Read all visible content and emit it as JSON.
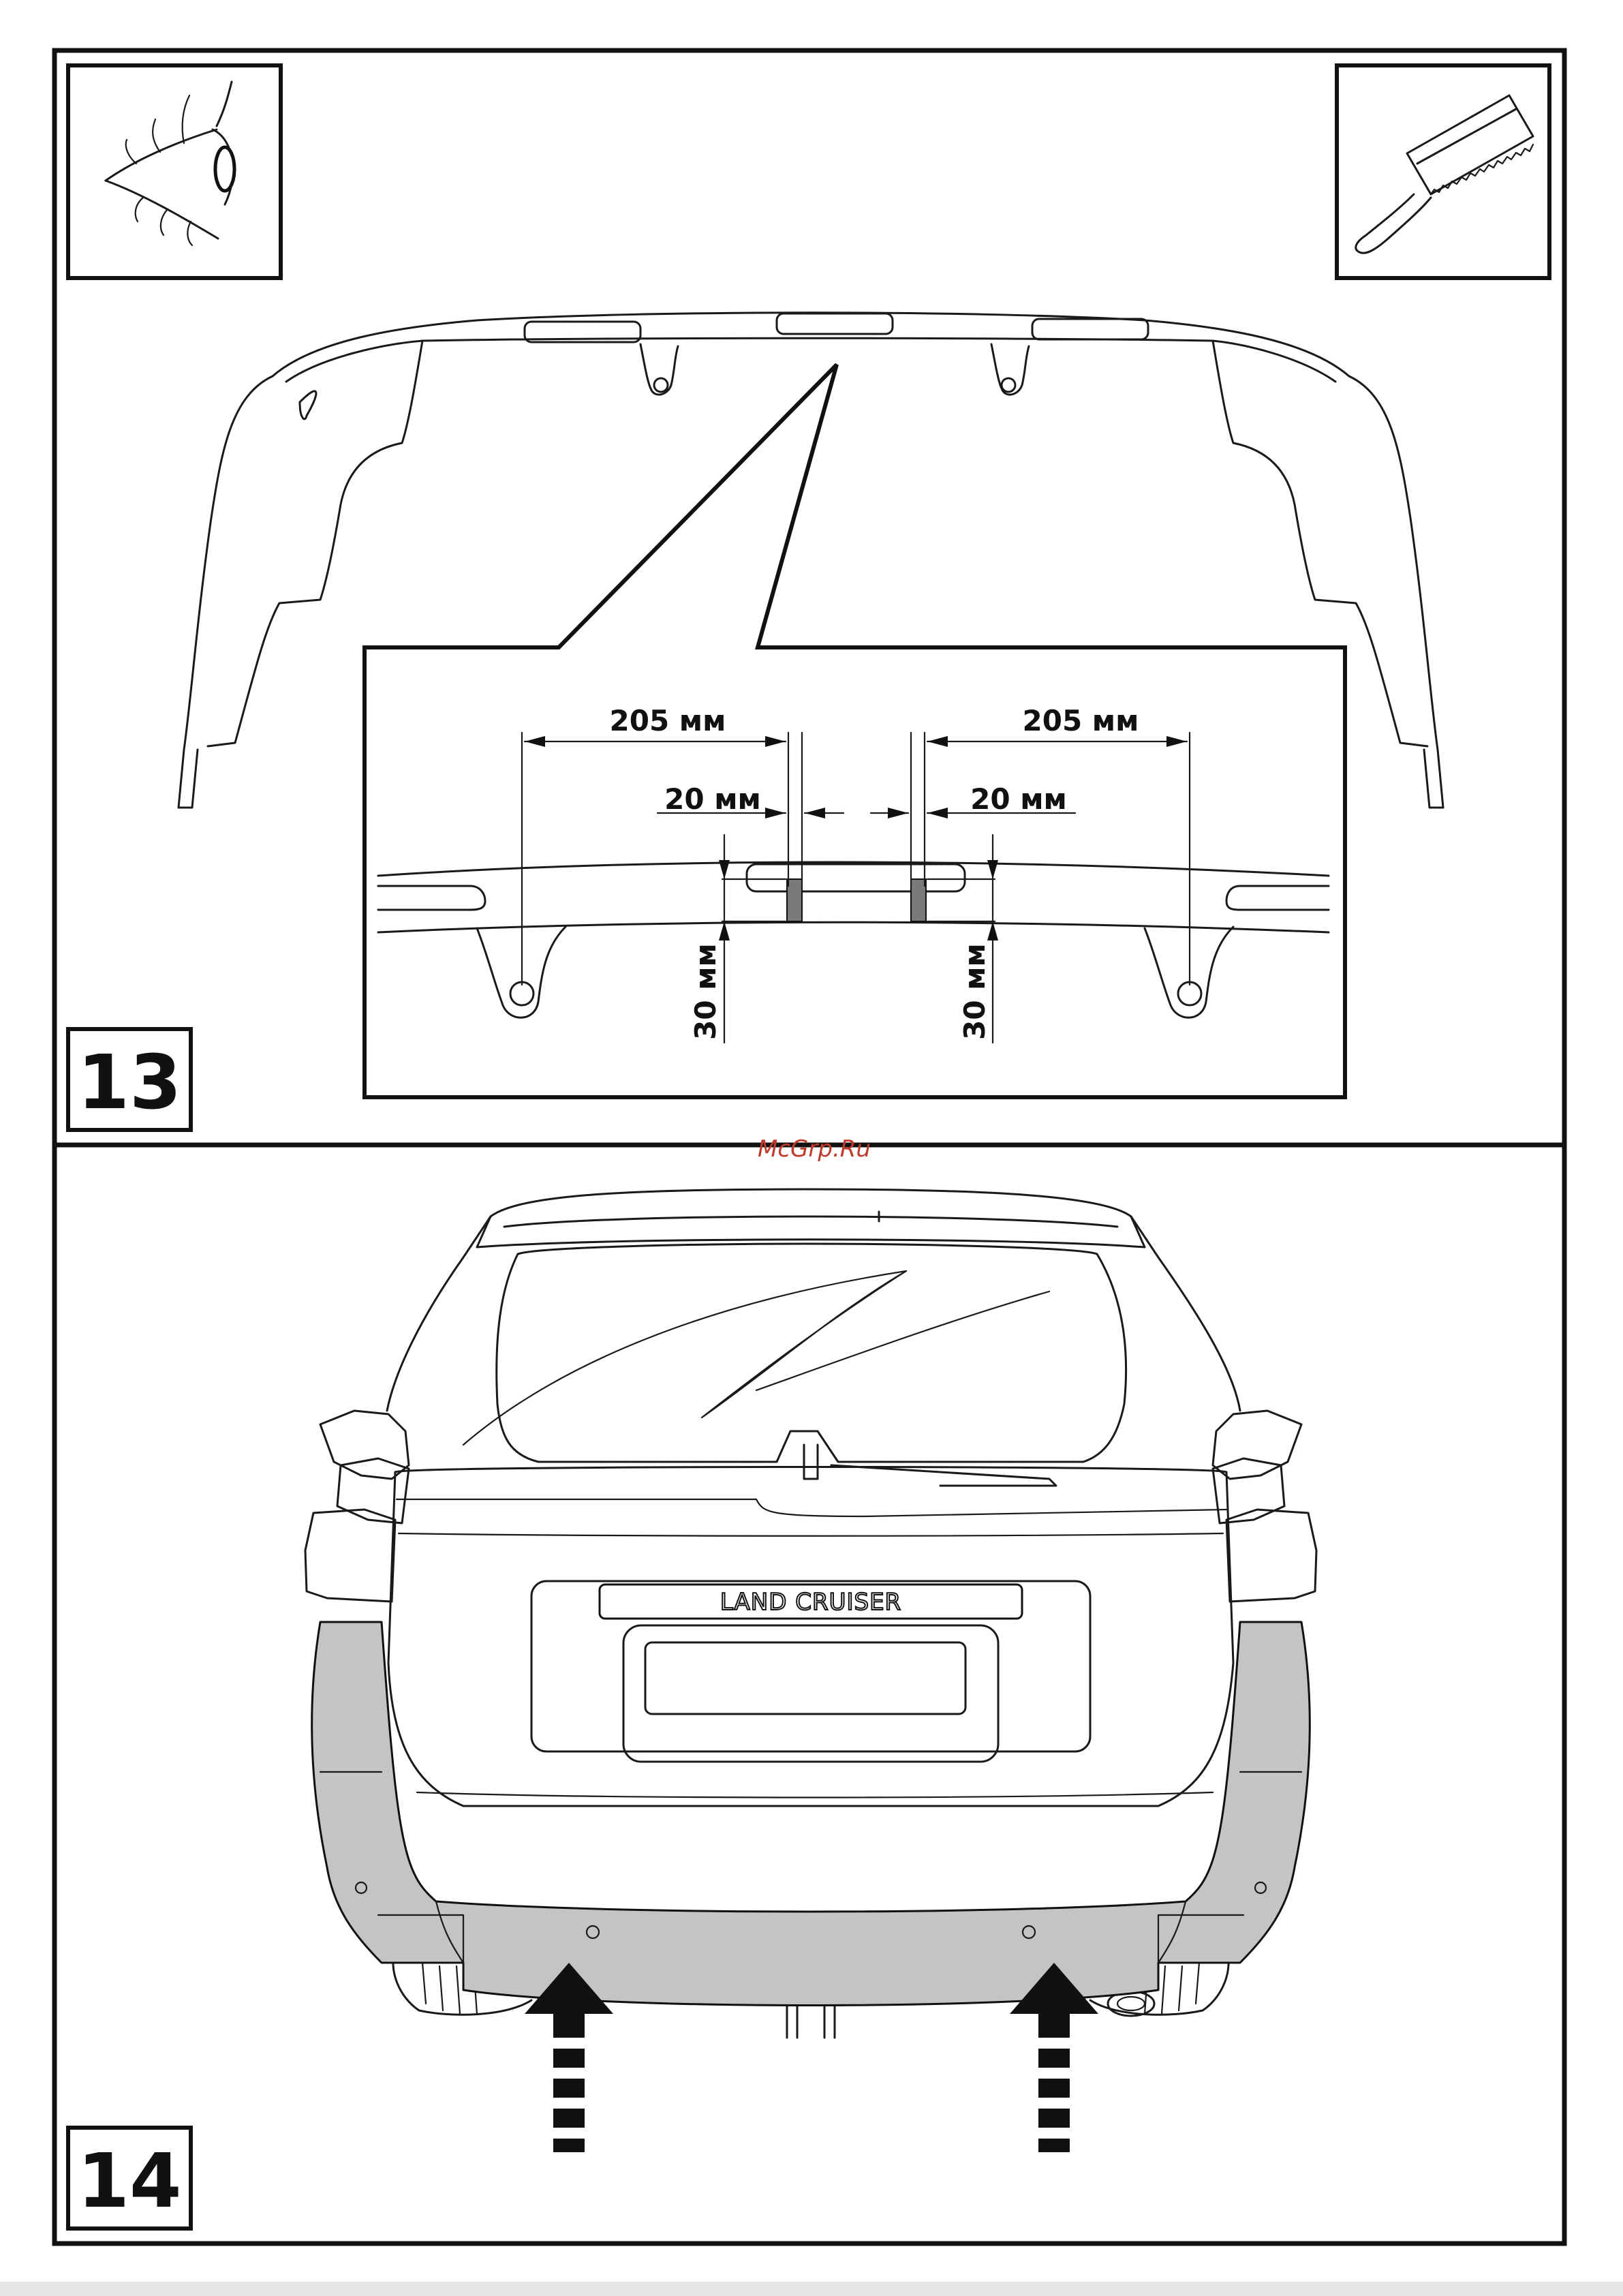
{
  "steps": [
    {
      "number": "13",
      "label_205_left": "205 мм",
      "label_205_right": "205 мм",
      "label_20_left": "20 мм",
      "label_20_right": "20 мм",
      "label_30_left": "30 мм",
      "label_30_right": "30 мм"
    },
    {
      "number": "14",
      "badge": "LAND CRUISER"
    }
  ],
  "watermark": "McGrp.Ru",
  "icons": [
    "eye-inspect-icon",
    "hacksaw-icon",
    "arrow-up-icon"
  ]
}
